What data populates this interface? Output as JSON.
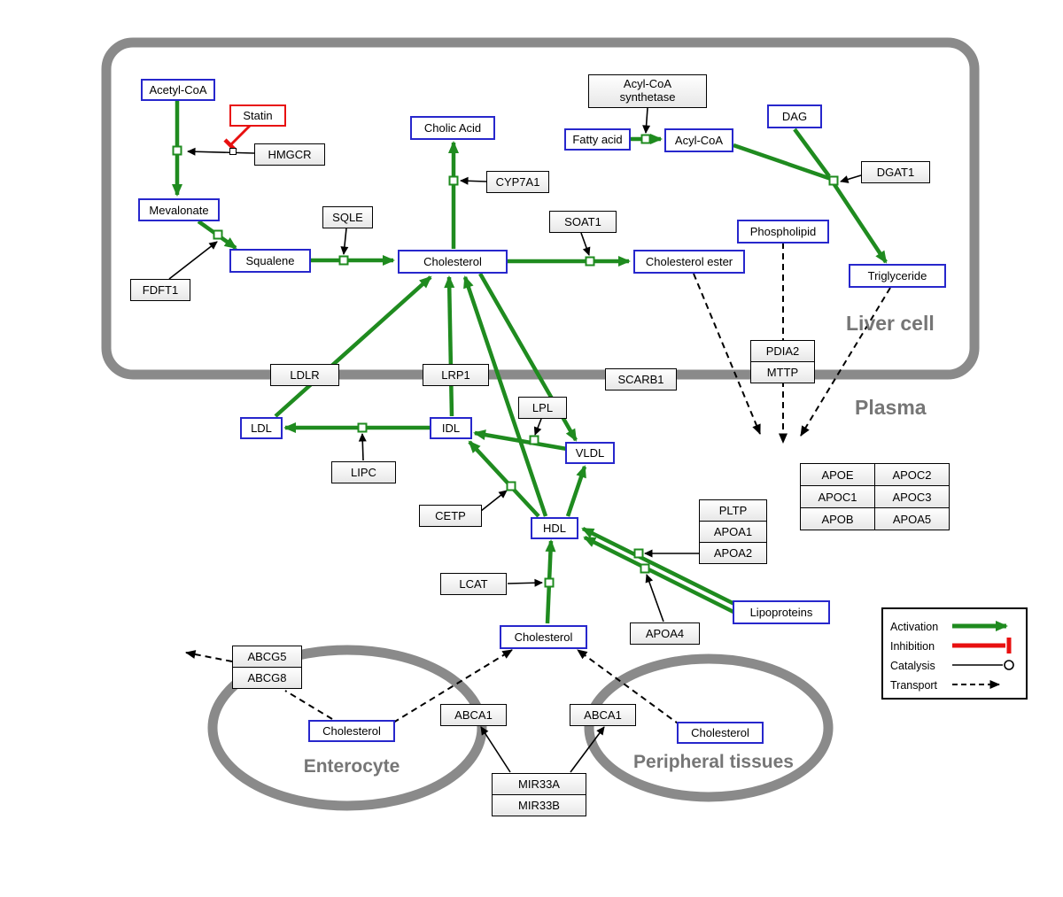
{
  "accent_colors": {
    "activation_green": "#1f8b1f",
    "inhibition_red": "#e81010",
    "metabolite_blue": "#2727cc",
    "membrane_gray": "#8a8a8a"
  },
  "regions": {
    "liver": "Liver cell",
    "plasma": "Plasma",
    "enterocyte": "Enterocyte",
    "peripheral": "Peripheral tissues"
  },
  "nodes": {
    "acetyl_coa": "Acetyl-CoA",
    "statin": "Statin",
    "hmgcr": "HMGCR",
    "mevalonate": "Mevalonate",
    "fdft1": "FDFT1",
    "squalene": "Squalene",
    "sqle": "SQLE",
    "cholic_acid": "Cholic Acid",
    "cyp7a1": "CYP7A1",
    "cholesterol_liver": "Cholesterol",
    "soat1": "SOAT1",
    "cholesterol_ester": "Cholesterol ester",
    "acs_line1": "Acyl-CoA",
    "acs_line2": "synthetase",
    "fatty_acid": "Fatty acid",
    "acyl_coa": "Acyl-CoA",
    "dag": "DAG",
    "dgat1": "DGAT1",
    "phospholipid": "Phospholipid",
    "triglyceride": "Triglyceride",
    "ldlr": "LDLR",
    "lrp1": "LRP1",
    "scarb1": "SCARB1",
    "pdia2": "PDIA2",
    "mttp": "MTTP",
    "ldl": "LDL",
    "idl": "IDL",
    "vldl": "VLDL",
    "hdl": "HDL",
    "lipc": "LIPC",
    "lpl": "LPL",
    "cetp": "CETP",
    "lcat": "LCAT",
    "pltp": "PLTP",
    "apoa1": "APOA1",
    "apoa2": "APOA2",
    "apoa4": "APOA4",
    "lipoproteins": "Lipoproteins",
    "cholesterol_plasma": "Cholesterol",
    "abcg5": "ABCG5",
    "abcg8": "ABCG8",
    "cholesterol_enterocyte": "Cholesterol",
    "abca1_enterocyte": "ABCA1",
    "abca1_peripheral": "ABCA1",
    "cholesterol_peripheral": "Cholesterol",
    "mir33a": "MIR33A",
    "mir33b": "MIR33B"
  },
  "apo_table": [
    [
      "APOE",
      "APOC2"
    ],
    [
      "APOC1",
      "APOC3"
    ],
    [
      "APOB",
      "APOA5"
    ]
  ],
  "legend": {
    "activation": "Activation",
    "inhibition": "Inhibition",
    "catalysis": "Catalysis",
    "transport": "Transport"
  },
  "edges": {
    "activation": [
      "Acetyl-CoA -> Mevalonate",
      "Mevalonate -> Squalene",
      "Squalene -> Cholesterol",
      "Cholesterol -> Cholic Acid",
      "Cholesterol -> Cholesterol ester",
      "Fatty acid -> Acyl-CoA",
      "Acyl-CoA + DAG -> Triglyceride",
      "LDL -> Cholesterol (via LDLR)",
      "IDL -> Cholesterol (via LRP1)",
      "HDL -> Cholesterol (liver)",
      "Cholesterol (liver) -> VLDL",
      "VLDL -> IDL",
      "IDL -> LDL",
      "HDL -> IDL",
      "HDL -> VLDL",
      "Cholesterol (plasma) -> HDL",
      "Lipoproteins -> HDL"
    ],
    "catalysis": [
      "HMGCR",
      "FDFT1",
      "SQLE",
      "CYP7A1",
      "SOAT1",
      "Acyl-CoA synthetase",
      "DGAT1",
      "LIPC",
      "LPL",
      "CETP",
      "LCAT",
      "PLTP/APOA1/APOA2",
      "APOA4",
      "MIR33A/MIR33B -> ABCA1"
    ],
    "inhibition": [
      "Statin -| HMGCR"
    ],
    "transport": [
      "Cholesterol ester -> plasma",
      "Phospholipid -> plasma",
      "Triglyceride -> plasma",
      "Cholesterol (enterocyte) -> ABCG5/ABCG8 -> out",
      "Cholesterol (enterocyte) -> Cholesterol (plasma) via ABCA1",
      "Cholesterol (peripheral) -> Cholesterol (plasma) via ABCA1"
    ]
  }
}
